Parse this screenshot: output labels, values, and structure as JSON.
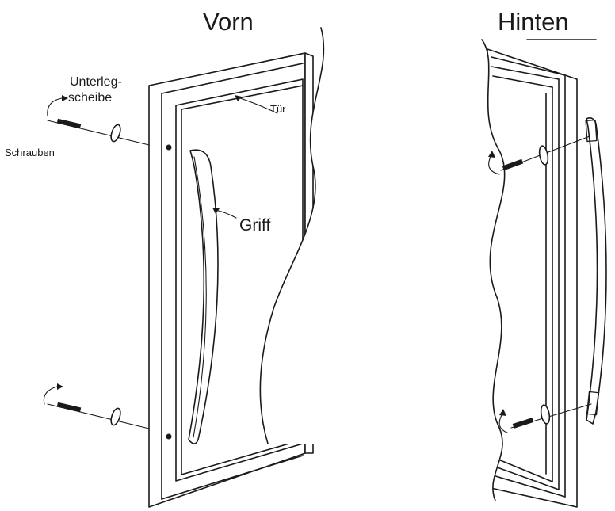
{
  "titles": {
    "front": "Vorn",
    "back": "Hinten"
  },
  "labels": {
    "washer_line1": "Unterleg-",
    "washer_line2": "scheibe",
    "door": "Tür",
    "screws": "Schrauben",
    "handle": "Griff"
  },
  "icons": {
    "front_view": "door-front-illustration",
    "back_view": "door-back-illustration",
    "screw": "screw-icon",
    "washer": "washer-icon",
    "rotation_arrow": "rotation-arrow-icon"
  },
  "colors": {
    "line": "#1a1a1a",
    "background": "#ffffff"
  }
}
